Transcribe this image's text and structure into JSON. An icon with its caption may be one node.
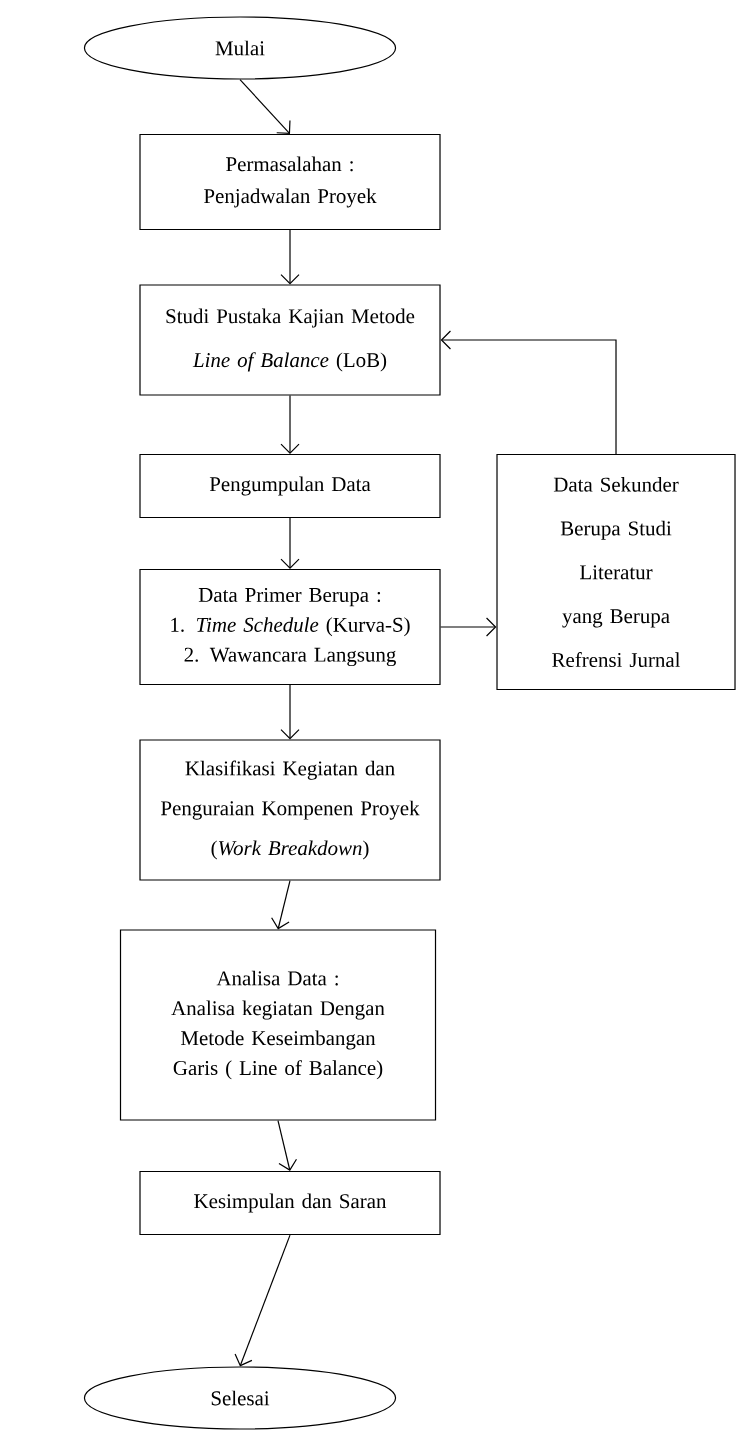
{
  "diagram": {
    "nodes": [
      {
        "text": [
          "Mulai"
        ]
      },
      {
        "text": [
          "Permasalahan :",
          "Penjadwalan Proyek"
        ]
      },
      {
        "text": [
          "Studi Pustaka Kajian Metode",
          "*Line of Balance* (LoB)"
        ]
      },
      {
        "text": [
          "Pengumpulan Data"
        ]
      },
      {
        "text": [
          "Data Primer Berupa :",
          "1. *Time Schedule* (Kurva-S)",
          "2. Wawancara Langsung"
        ]
      },
      {
        "text": [
          "Data Sekunder Berupa Studi Literatur yang Berupa Refrensi Jurnal"
        ]
      },
      {
        "text": [
          "Klasifikasi Kegiatan dan Penguraian Kompenen Proyek",
          "(*Work Breakdown*)"
        ]
      },
      {
        "text": [
          "Analisa Data :",
          "Analisa kegiatan Dengan Metode Keseimbangan Garis ( Line of Balance)"
        ]
      },
      {
        "text": [
          "Kesimpulan dan Saran"
        ]
      },
      {
        "text": [
          "Selesai"
        ]
      }
    ],
    "edges": [
      {
        "from": 0,
        "to": 1,
        "arrow": "to"
      },
      {
        "from": 1,
        "to": 2,
        "arrow": "to"
      },
      {
        "from": 2,
        "to": 3,
        "arrow": "to"
      },
      {
        "from": 3,
        "to": 4,
        "arrow": "to"
      },
      {
        "from": 4,
        "to": 5,
        "arrow": "to"
      },
      {
        "from": 5,
        "to": 2,
        "arrow": "to"
      },
      {
        "from": 4,
        "to": 6,
        "arrow": "to"
      },
      {
        "from": 6,
        "to": 7,
        "arrow": "to"
      },
      {
        "from": 7,
        "to": 8,
        "arrow": "to"
      },
      {
        "from": 8,
        "to": 9,
        "arrow": "to"
      }
    ]
  }
}
